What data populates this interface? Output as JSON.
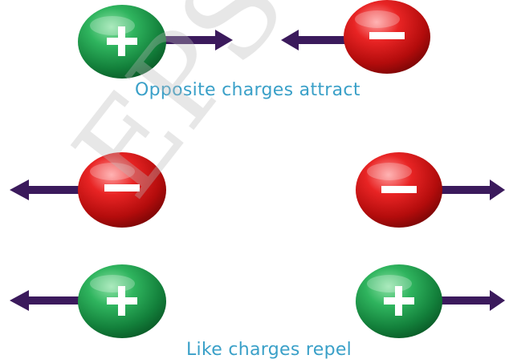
{
  "captions": {
    "top": "Opposite charges attract",
    "bottom": "Like charges repel"
  },
  "watermark": "EPSaeed",
  "charges": {
    "positive": {
      "sign": "+",
      "color": "#1f9a4c"
    },
    "negative": {
      "sign": "−",
      "color": "#d41515"
    }
  },
  "arrow_color": "#3b1a5c"
}
